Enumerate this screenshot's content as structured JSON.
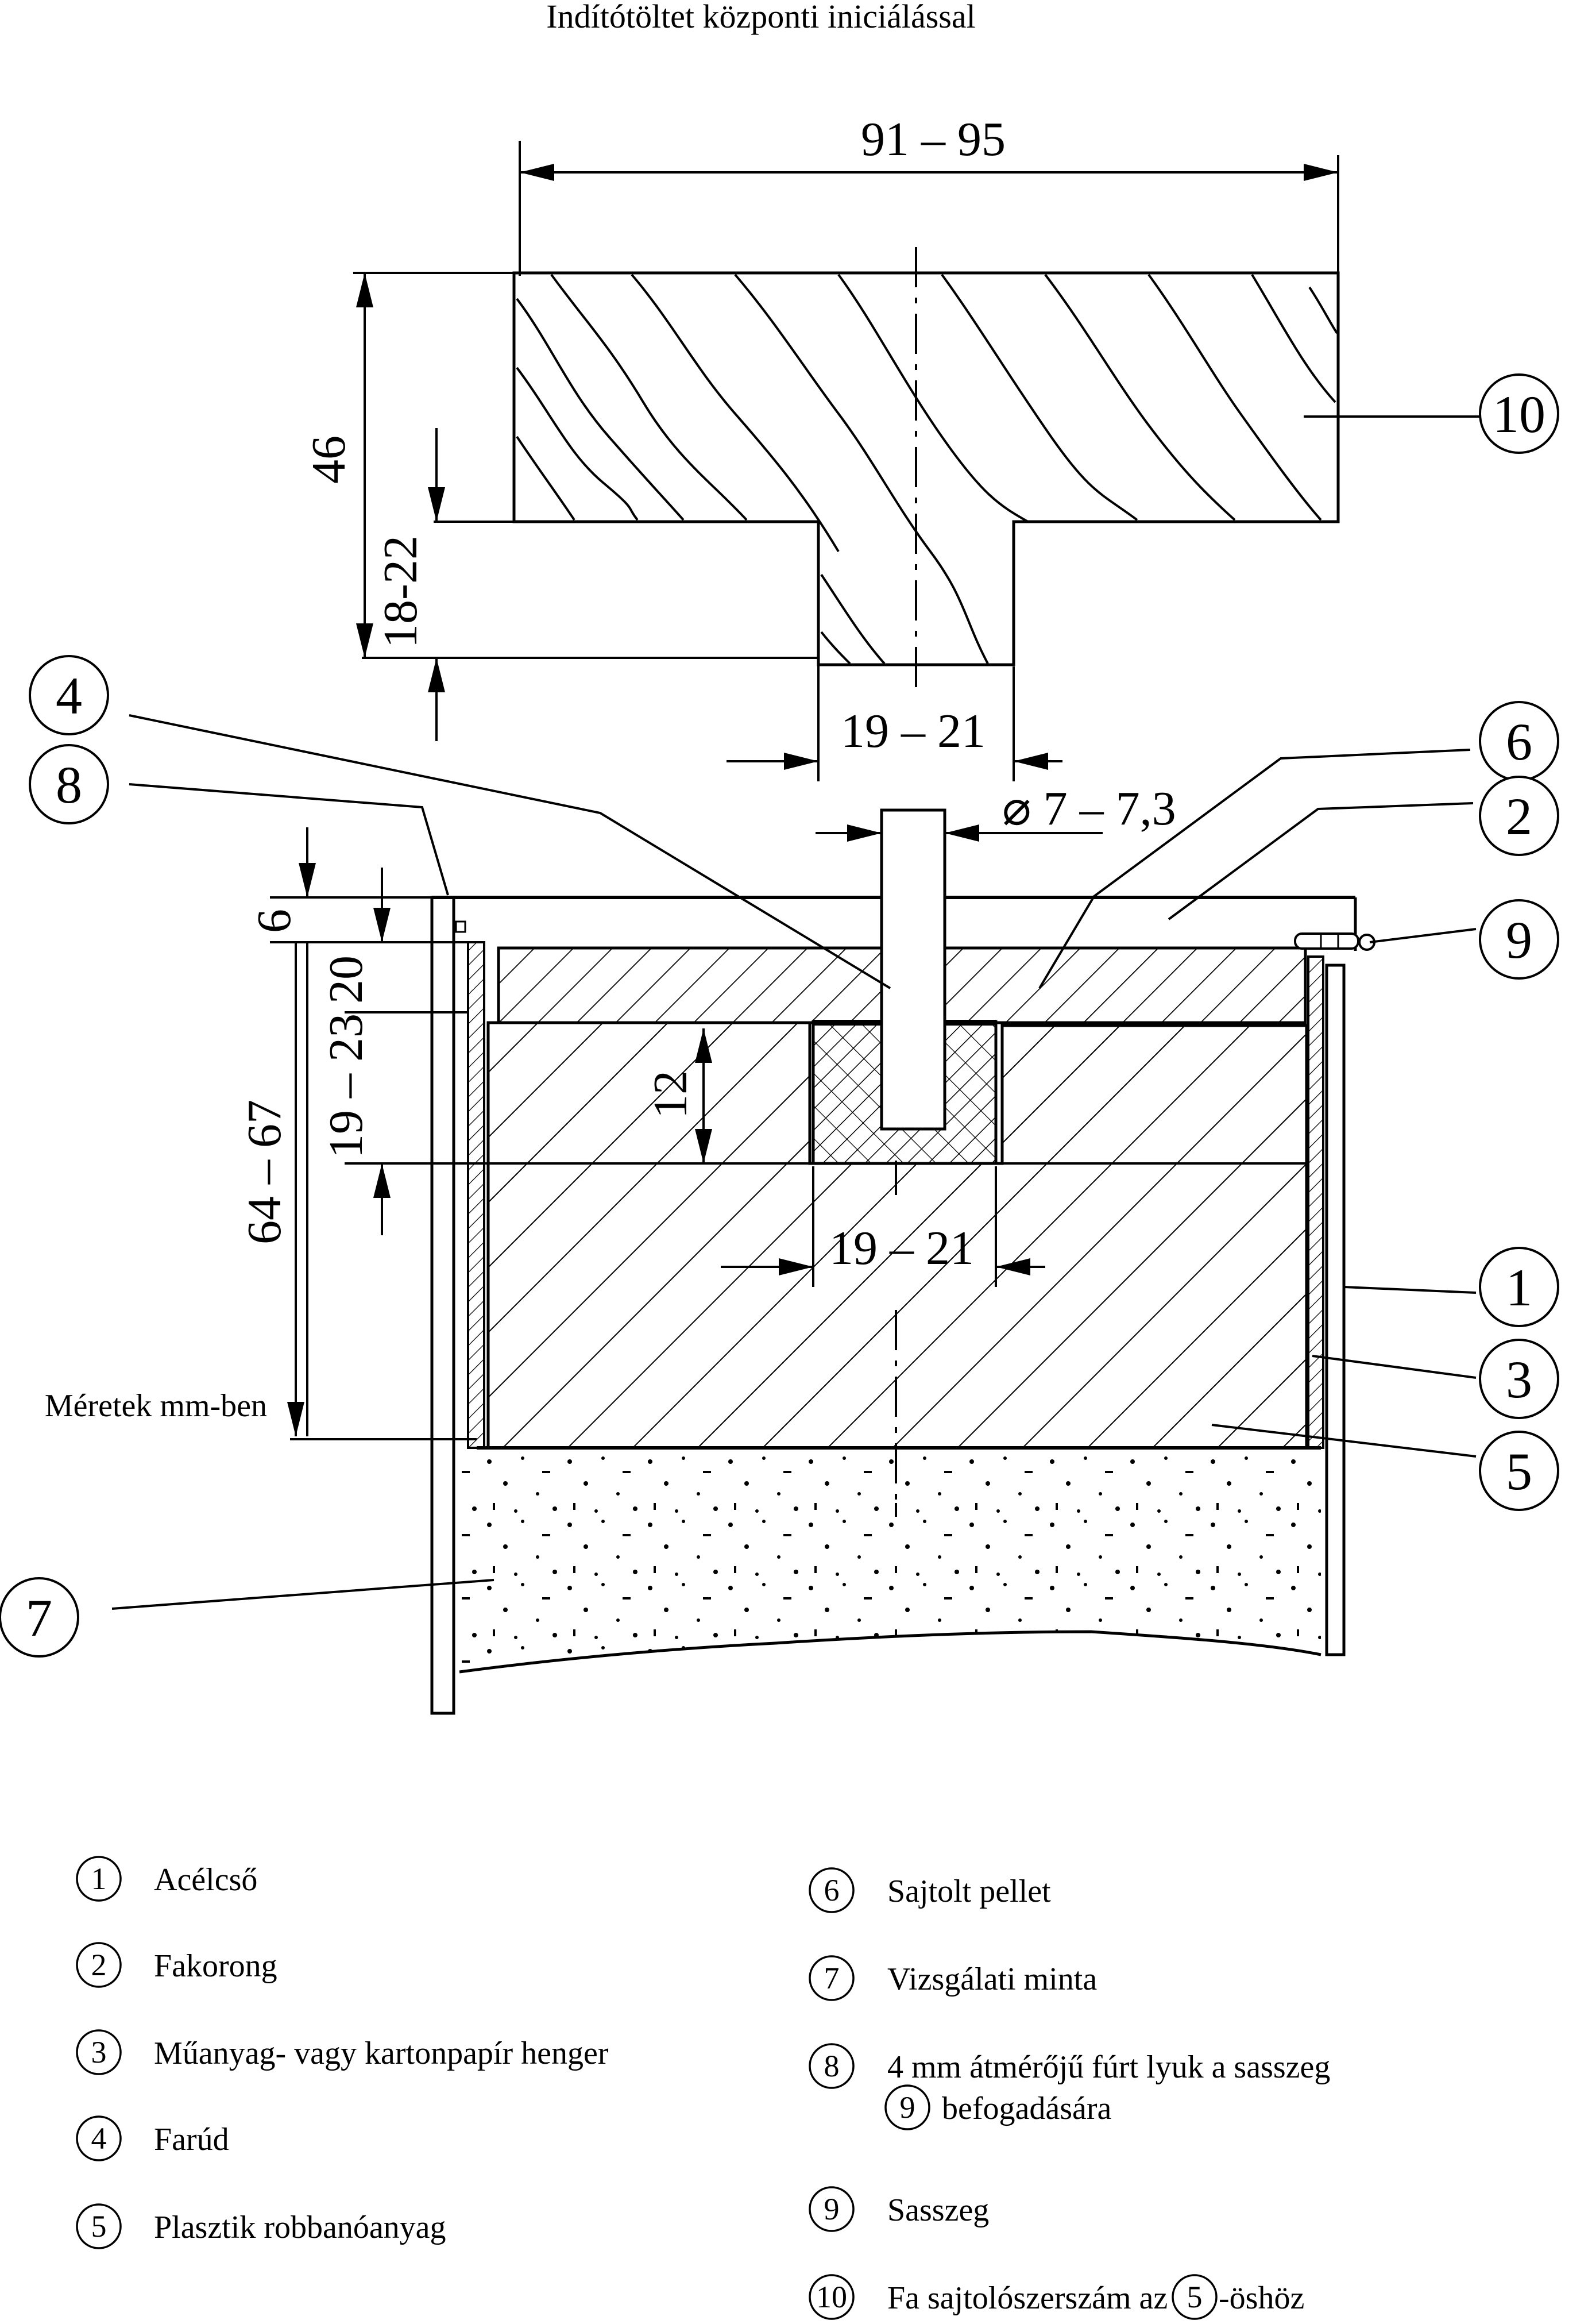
{
  "title": "Indítótöltet központi iniciálással",
  "units_note": "Méretek mm-ben",
  "dimensions": {
    "top_width": "91 – 95",
    "die_height": "46",
    "die_stem": "18-22",
    "die_stem_width": "19 – 21",
    "bore_diameter": "⌀ 7 – 7,3",
    "lid_thickness": "6",
    "disc_thickness": "20",
    "booster_height": "19 – 23",
    "pellet_height": "12",
    "pellet_width": "19 – 21",
    "charge_height": "64 – 67"
  },
  "callouts": [
    "1",
    "2",
    "3",
    "4",
    "5",
    "6",
    "7",
    "8",
    "9",
    "10"
  ],
  "legend": [
    {
      "num": "1",
      "text": "Acélcső"
    },
    {
      "num": "2",
      "text": "Fakorong"
    },
    {
      "num": "3",
      "text": "Műanyag- vagy kartonpapír henger"
    },
    {
      "num": "4",
      "text": "Farúd"
    },
    {
      "num": "5",
      "text": "Plasztik robbanóanyag"
    },
    {
      "num": "6",
      "text": "Sajtolt pellet"
    },
    {
      "num": "7",
      "text": "Vizsgálati minta"
    },
    {
      "num": "8",
      "text": "4 mm átmérőjű fúrt lyuk a sasszeg"
    },
    {
      "num": "9",
      "text": "befogadására"
    },
    {
      "num": "9",
      "text": "Sasszeg"
    },
    {
      "num": "10",
      "text": "Fa sajtolószerszám az"
    },
    {
      "num": "5",
      "text": "-öshöz"
    }
  ]
}
